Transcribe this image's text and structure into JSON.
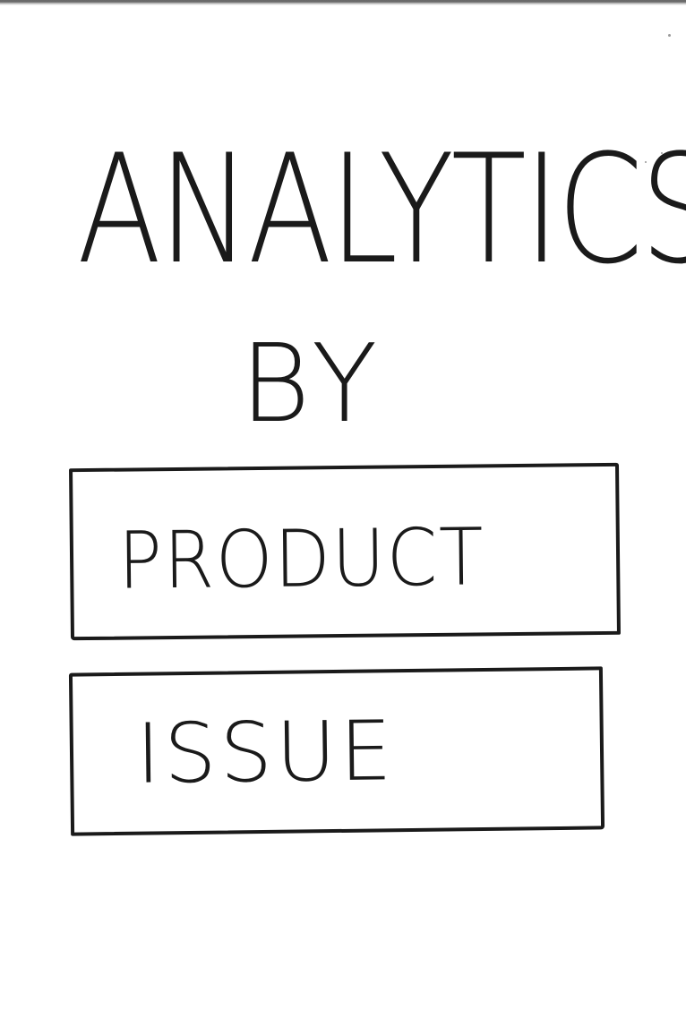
{
  "screen": {
    "title": "ANALYTICS",
    "subtitle": "BY"
  },
  "options": [
    {
      "label": "PRODUCT"
    },
    {
      "label": "ISSUE"
    }
  ],
  "colors": {
    "ink": "#1a1a1a",
    "paper": "#ffffff"
  }
}
